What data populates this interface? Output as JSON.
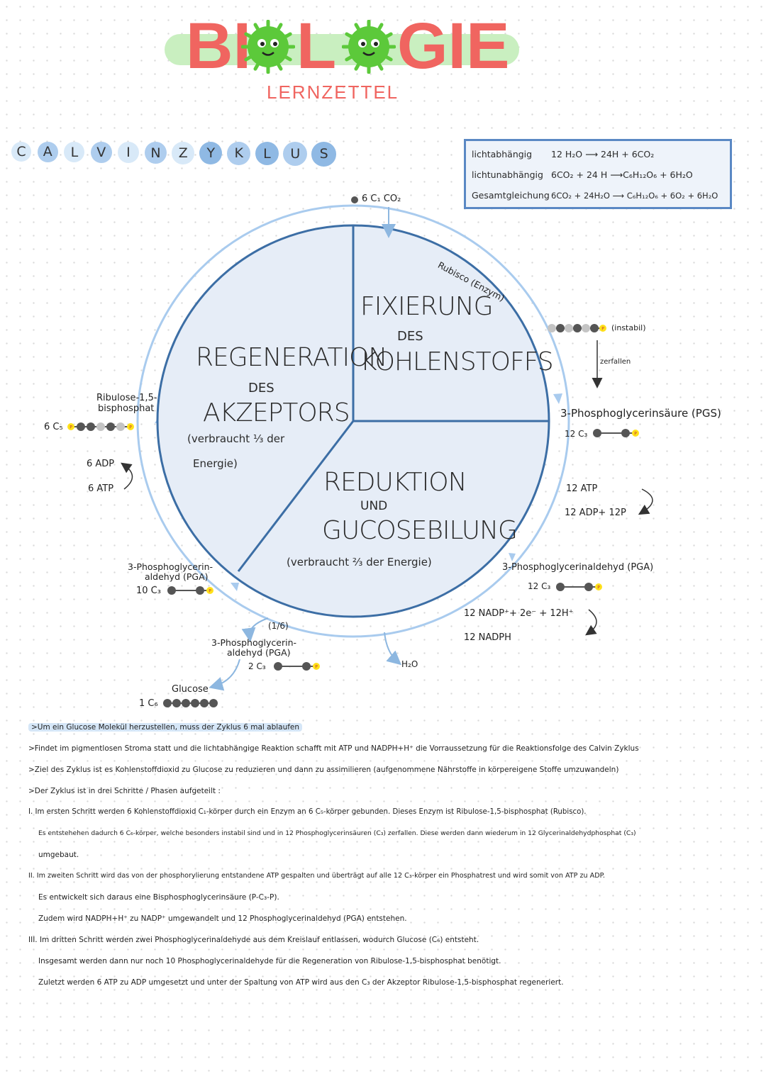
{
  "title": {
    "part1": "BI",
    "part2": "L",
    "part3": "GIE",
    "subtitle": "LERNZETTEL"
  },
  "heading_letters": [
    "C",
    "A",
    "L",
    "V",
    "I",
    "N",
    "Z",
    "Y",
    "K",
    "L",
    "U",
    "S"
  ],
  "equations": {
    "rows": [
      {
        "label": "lichtabhängig",
        "formula": "12 H₂O ⟶ 24H + 6CO₂"
      },
      {
        "label": "lichtunabhängig",
        "formula": "6CO₂ + 24 H ⟶C₆H₁₂O₆ + 6H₂O"
      },
      {
        "label": "Gesamtgleichung",
        "formula": "6CO₂ + 24H₂O ⟶ C₆H₁₂O₆ + 6O₂ + 6H₂O"
      }
    ]
  },
  "cycle": {
    "fixierung": {
      "line1": "FIXIERUNG",
      "line2": "DES",
      "line3": "KOHLENSTOFFS"
    },
    "regeneration": {
      "line1": "REGENERATION",
      "line2": "DES",
      "line3": "AKZEPTORS",
      "note1": "(verbraucht ¹⁄₃ der",
      "note2": "Energie)"
    },
    "reduktion": {
      "line1": "REDUKTION",
      "line2": "UND",
      "line3": "GUCOSEBILUNG",
      "note": "(verbraucht ²⁄₃ der Energie)"
    }
  },
  "labels": {
    "co2_in": "6 C₁ CO₂",
    "rubisco": "Rubisco (Enzym)",
    "instabil": "(instabil)",
    "zerfallen": "zerfallen",
    "pgs": "3-Phosphoglycerinsäure (PGS)",
    "pgs_count": "12 C₃",
    "atp_right": "12 ATP",
    "adp_right": "12 ADP+ 12P",
    "pga_right": "3-Phosphoglycerinaldehyd (PGA)",
    "pga_right_count": "12 C₃",
    "nadph_in": "12 NADP⁺+ 2e⁻ + 12H⁺",
    "nadph_out": "12 NADPH",
    "h2o": "H₂O",
    "pga_bottom_fraction": "(1/6)",
    "pga_bottom_line1": "3-Phosphoglycerin-",
    "pga_bottom_line2": "aldehyd (PGA)",
    "pga_bottom_count": "2 C₃",
    "glucose": "Glucose",
    "glucose_count": "1 C₆",
    "pga_left_line1": "3-Phosphoglycerin-",
    "pga_left_line2": "aldehyd (PGA)",
    "pga_left_count": "10 C₃",
    "adp_left": "6 ADP",
    "atp_left": "6 ATP",
    "rubp_line1": "Ribulose-1,5-",
    "rubp_line2": "bisphosphat",
    "rubp_count": "6 C₅",
    "phosphate": "P"
  },
  "notes": [
    ">Um ein Glucose Molekül herzustellen, muss der Zyklus 6 mal ablaufen",
    ">Findet im pigmentlosen Stroma statt und die lichtabhängige Reaktion schafft mit ATP und NADPH+H⁺ die Vorraussetzung für die Reaktionsfolge des Calvin Zyklus",
    ">Ziel des Zyklus ist es Kohlenstoffdioxid zu Glucose zu reduzieren und dann zu assimilieren (aufgenommene Nährstoffe in körpereigene Stoffe umzuwandeln)",
    ">Der Zyklus ist in drei Schritte / Phasen aufgeteilt :",
    "I. Im ersten Schritt werden 6 Kohlenstoffdioxid C₁-körper durch ein Enzym an 6 C₅-körper gebunden. Dieses Enzym ist Ribulose-1,5-bisphosphat (Rubisco).",
    "Es entstehehen dadurch 6 C₆-körper, welche besonders instabil sind und in 12 Phosphoglycerinsäuren (C₃) zerfallen. Diese werden dann wiederum in 12 Glycerinaldehydphosphat (C₃)",
    "umgebaut.",
    "II. Im zweiten Schritt wird das von der phosphorylierung entstandene ATP gespalten und überträgt auf alle 12 C₃-körper ein Phosphatrest und wird somit von ATP zu ADP.",
    "Es entwickelt sich daraus eine Bisphosphoglycerinsäure (P-C₃-P).",
    "Zudem wird NADPH+H⁺ zu NADP⁺ umgewandelt und 12 Phosphoglycerinaldehyd (PGA) entstehen.",
    "III. Im dritten Schritt werden zwei Phosphoglycerinaldehyde aus dem Kreislauf entlassen, wodurch Glucose (C₆) entsteht.",
    "Insgesamt werden dann nur noch 10 Phosphoglycerinaldehyde für die Regeneration von Ribulose-1,5-bisphosphat benötigt.",
    "Zuletzt werden 6 ATP zu ADP umgesetzt und unter der Spaltung von ATP wird aus den C₃ der Akzeptor Ribulose-1,5-bisphosphat regeneriert."
  ],
  "colors": {
    "title_red": "#f06560",
    "virus_green": "#5cc93a",
    "pill_green": "#c9efc0",
    "blue": "#3c6ea5",
    "circle_fill": "#e6edf7",
    "phosphate": "#ffe11a",
    "dark_dot": "#555555"
  }
}
